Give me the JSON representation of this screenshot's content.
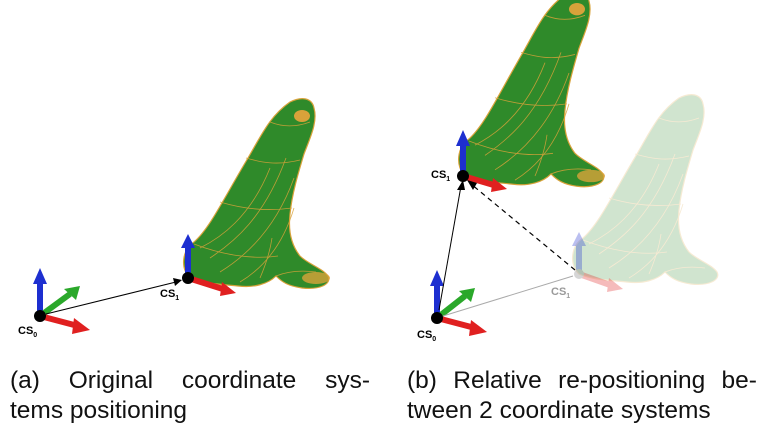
{
  "panels": [
    {
      "caption_line1_words": [
        "(a)",
        "Original",
        "coordinate",
        "sys-"
      ],
      "caption_line2": "tems positioning",
      "cs0_label": "CS",
      "cs0_sub": "0",
      "cs1_label": "CS",
      "cs1_sub": "1"
    },
    {
      "caption_line1_words": [
        "(b)",
        "Relative",
        "re-positioning",
        "be-"
      ],
      "caption_line2": "tween 2 coordinate systems",
      "cs0_label": "CS",
      "cs0_sub": "0",
      "cs1_label": "CS",
      "cs1_sub": "1",
      "cs1_ghost_label": "CS",
      "cs1_ghost_sub": "1"
    }
  ],
  "colors": {
    "model_fill": "#2f8a2a",
    "model_dark": "#1f6a1c",
    "model_wire": "#d8a23a",
    "axis_x": "#e02020",
    "axis_y": "#2aa82a",
    "axis_z": "#1d2fd0",
    "origin": "#000000"
  },
  "icons": [
    "3d-model-seal",
    "coordinate-axes"
  ]
}
